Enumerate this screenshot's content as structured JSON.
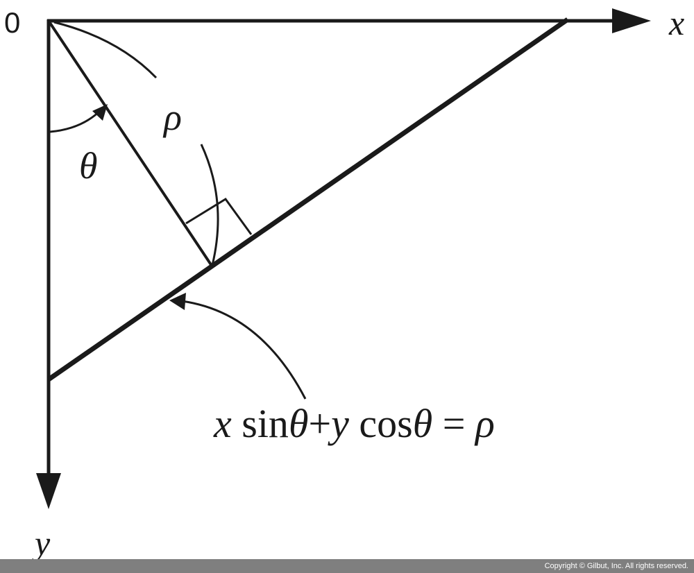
{
  "labels": {
    "origin": "0",
    "x_axis": "x",
    "y_axis": "y",
    "angle": "θ",
    "distance": "ρ"
  },
  "equation": {
    "t1": "x",
    "t2": "sin",
    "t3": "θ",
    "t4": "+",
    "t5": "y",
    "t6": "cos",
    "t7": "θ",
    "t8": "=",
    "t9": "ρ"
  },
  "footer": {
    "copyright": "Copyright © Gilbut, Inc. All rights reserved."
  },
  "colors": {
    "ink": "#1a1a1a",
    "footer_bg": "#7f7f7f",
    "footer_text": "#ffffff"
  }
}
